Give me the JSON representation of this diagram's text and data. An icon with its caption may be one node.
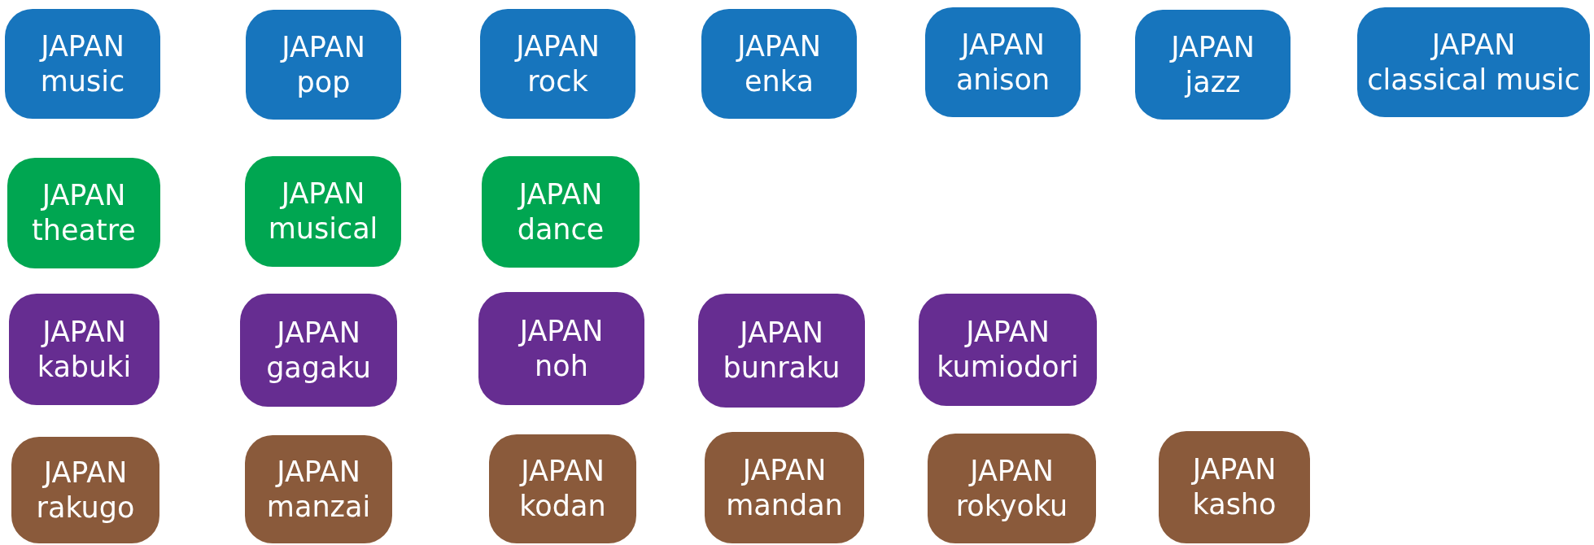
{
  "diagram": {
    "nodes": [
      {
        "text": [
          "JAPAN",
          "music"
        ]
      },
      {
        "text": [
          "JAPAN",
          "pop"
        ]
      },
      {
        "text": [
          "JAPAN",
          "rock"
        ]
      },
      {
        "text": [
          "JAPAN",
          "enka"
        ]
      },
      {
        "text": [
          "JAPAN",
          "anison"
        ]
      },
      {
        "text": [
          "JAPAN",
          "jazz"
        ]
      },
      {
        "text": [
          "JAPAN",
          "classical music"
        ]
      },
      {
        "text": [
          "JAPAN",
          "theatre"
        ]
      },
      {
        "text": [
          "JAPAN",
          "musical"
        ]
      },
      {
        "text": [
          "JAPAN",
          "dance"
        ]
      },
      {
        "text": [
          "JAPAN",
          "kabuki"
        ]
      },
      {
        "text": [
          "JAPAN",
          "gagaku"
        ]
      },
      {
        "text": [
          "JAPAN",
          "noh"
        ]
      },
      {
        "text": [
          "JAPAN",
          "bunraku"
        ]
      },
      {
        "text": [
          "JAPAN",
          "kumiodori"
        ]
      },
      {
        "text": [
          "JAPAN",
          "rakugo"
        ]
      },
      {
        "text": [
          "JAPAN",
          "manzai"
        ]
      },
      {
        "text": [
          "JAPAN",
          "kodan"
        ]
      },
      {
        "text": [
          "JAPAN",
          "mandan"
        ]
      },
      {
        "text": [
          "JAPAN",
          "rokyoku"
        ]
      },
      {
        "text": [
          "JAPAN",
          "kasho"
        ]
      }
    ]
  }
}
